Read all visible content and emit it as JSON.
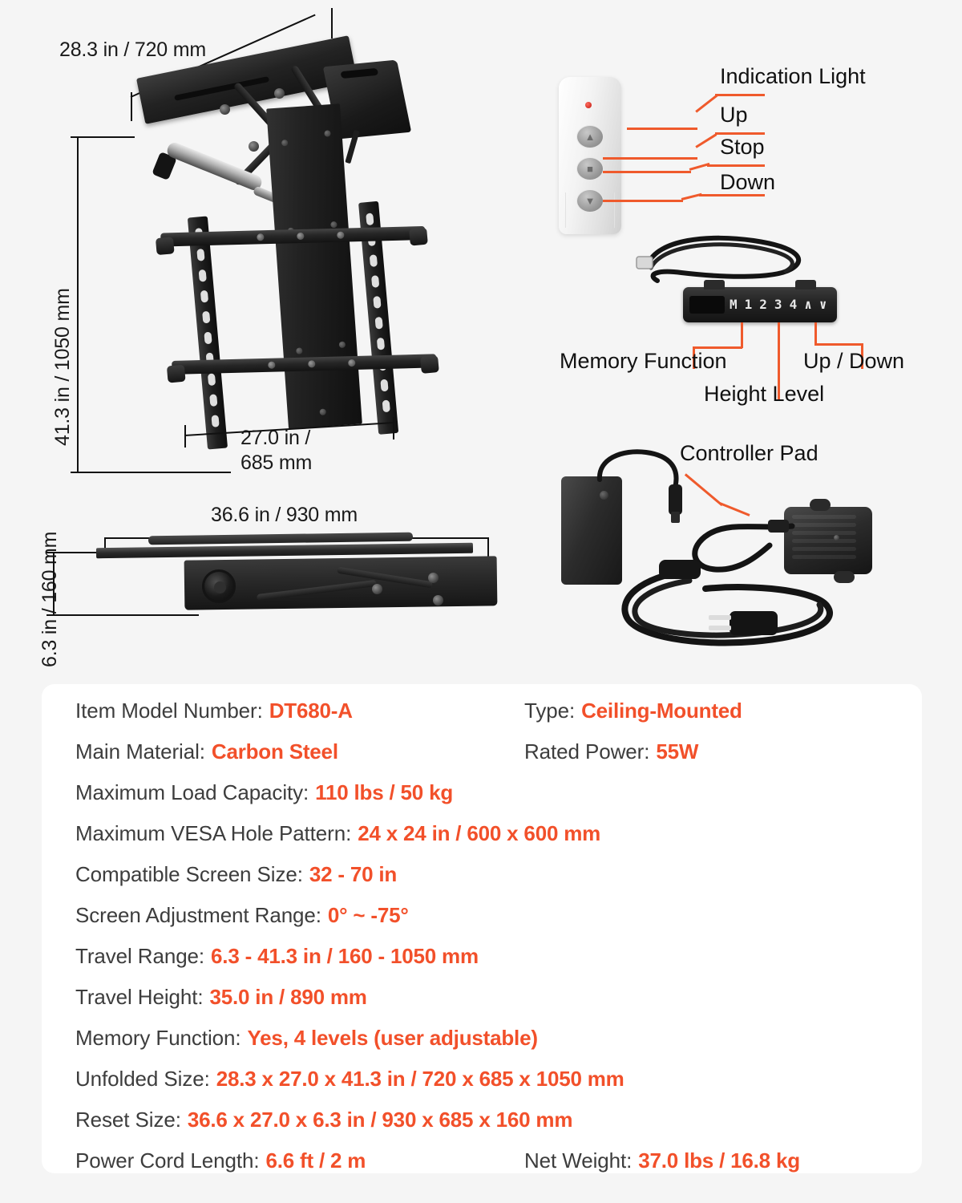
{
  "theme": {
    "background": "#f5f5f5",
    "card_background": "#ffffff",
    "accent": "#f2502a",
    "label_color": "#3d3d3d",
    "dimension_color": "#1a1a1a"
  },
  "dimensions": {
    "width_top": "28.3 in / 720 mm",
    "height_left": "41.3 in / 1050 mm",
    "bracket_width_line1": "27.0 in /",
    "bracket_width_line2": "685 mm",
    "folded_length": "36.6 in / 930 mm",
    "folded_height": "6.3 in / 160 mm"
  },
  "remote": {
    "callouts": [
      {
        "label": "Indication Light",
        "part": "led"
      },
      {
        "label": "Up",
        "part": "up-button"
      },
      {
        "label": "Stop",
        "part": "stop-button"
      },
      {
        "label": "Down",
        "part": "down-button"
      }
    ]
  },
  "keypad": {
    "keys": [
      "M",
      "1",
      "2",
      "3",
      "4",
      "∧",
      "∨"
    ],
    "callouts": [
      {
        "label": "Memory Function"
      },
      {
        "label": "Height Level"
      },
      {
        "label": "Up / Down"
      }
    ]
  },
  "accessories": {
    "controller_pad_label": "Controller Pad"
  },
  "specs": {
    "paired_rows": [
      {
        "left": {
          "label": "Item Model Number:",
          "value": "DT680-A"
        },
        "right": {
          "label": "Type:",
          "value": "Ceiling-Mounted"
        }
      },
      {
        "left": {
          "label": "Main Material:",
          "value": "Carbon Steel"
        },
        "right": {
          "label": "Rated Power:",
          "value": "55W"
        }
      }
    ],
    "single_rows": [
      {
        "label": "Maximum Load Capacity:",
        "value": "110 lbs / 50 kg"
      },
      {
        "label": "Maximum VESA Hole Pattern:",
        "value": "24 x 24 in / 600 x 600 mm"
      },
      {
        "label": "Compatible Screen Size:",
        "value": "32 - 70 in"
      },
      {
        "label": "Screen Adjustment Range:",
        "value": "0° ~ -75°"
      },
      {
        "label": "Travel Range:",
        "value": "6.3 - 41.3 in / 160 - 1050 mm"
      },
      {
        "label": "Travel Height:",
        "value": "35.0 in / 890 mm"
      },
      {
        "label": "Memory Function:",
        "value": "Yes, 4 levels (user adjustable)"
      },
      {
        "label": "Unfolded Size:",
        "value": "28.3 x 27.0 x 41.3 in / 720 x 685 x 1050 mm"
      },
      {
        "label": "Reset Size:",
        "value": "36.6 x 27.0 x 6.3 in / 930 x 685 x 160 mm"
      }
    ],
    "final_row": {
      "left": {
        "label": "Power Cord Length:",
        "value": "6.6 ft / 2 m"
      },
      "right": {
        "label": "Net Weight:",
        "value": "37.0 lbs / 16.8 kg"
      }
    }
  }
}
